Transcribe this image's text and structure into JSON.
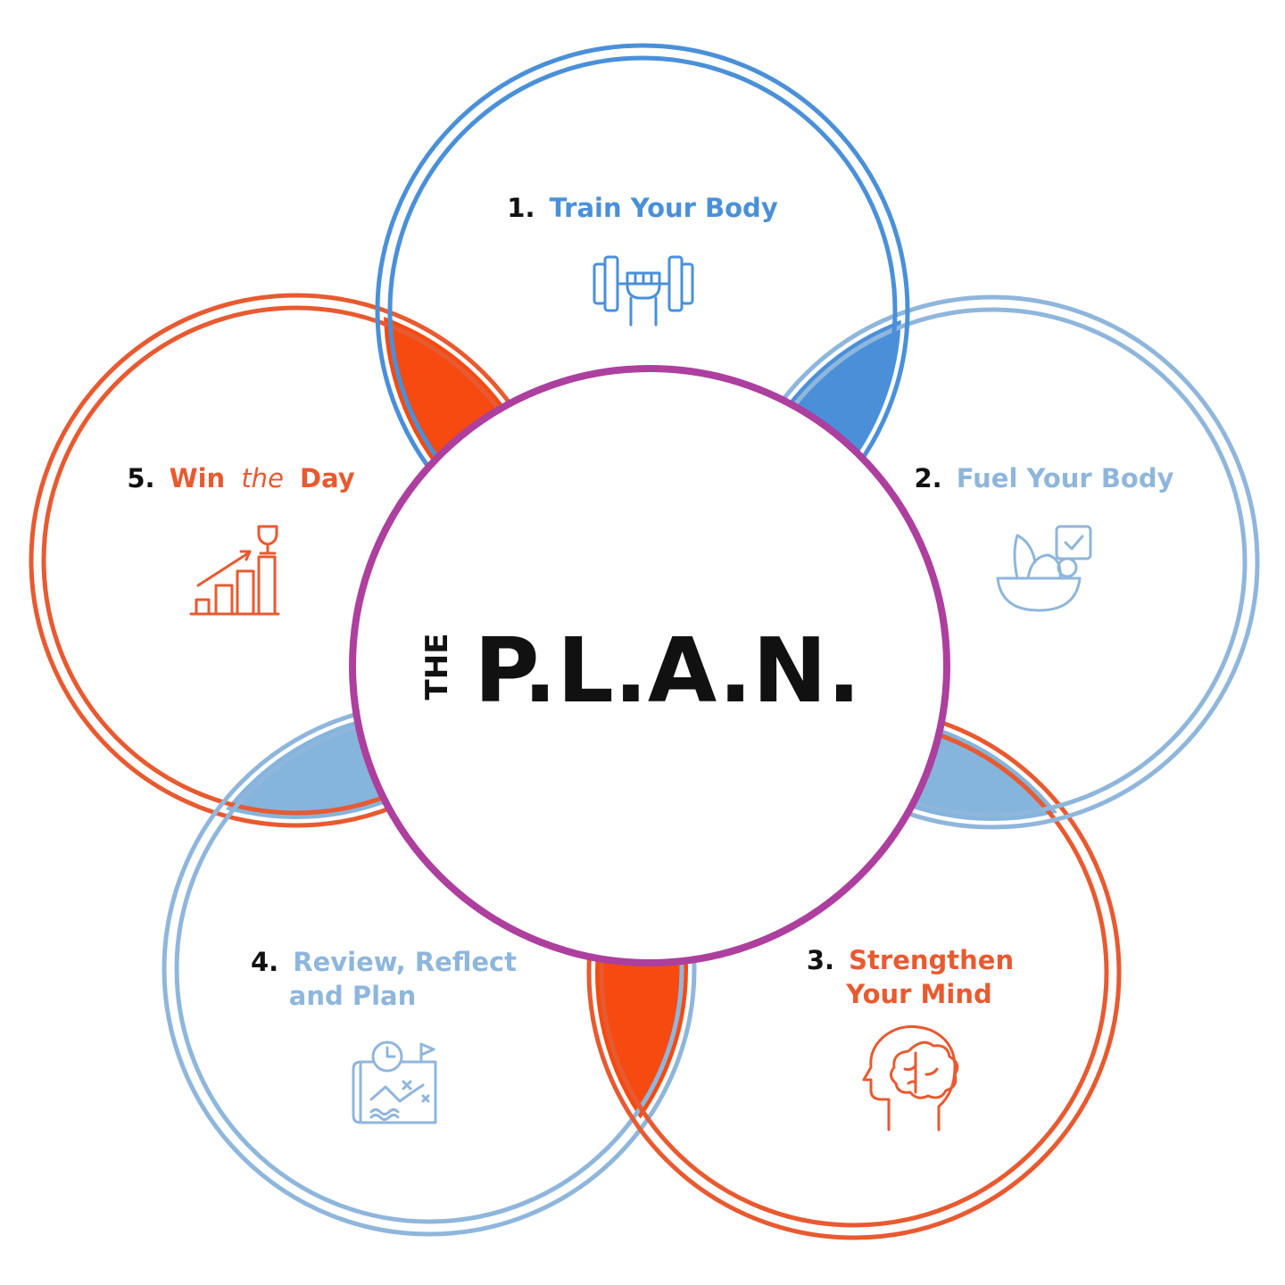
{
  "colors": {
    "blue": "#4a90d9",
    "light_blue": "#8fb6dc",
    "orange": "#e85a30",
    "orange_fill": "#f64a10",
    "purple": "#ad3f9e",
    "black": "#111111"
  },
  "center": {
    "prefix": "THE",
    "title": "P.L.A.N."
  },
  "steps": [
    {
      "number": "1.",
      "title_lines": [
        "Train Your Body"
      ],
      "icon": "dumbbell-fist-icon"
    },
    {
      "number": "2.",
      "title_lines": [
        "Fuel Your Body"
      ],
      "icon": "salad-bowl-checklist-icon"
    },
    {
      "number": "3.",
      "title_lines": [
        "Strengthen",
        "Your Mind"
      ],
      "icon": "head-brain-icon"
    },
    {
      "number": "4.",
      "title_lines": [
        "Review, Reflect",
        "and Plan"
      ],
      "icon": "strategy-map-clock-icon"
    },
    {
      "number": "5.",
      "title_parts": [
        "Win",
        "the",
        "Day"
      ],
      "icon": "trophy-growth-chart-icon"
    }
  ]
}
